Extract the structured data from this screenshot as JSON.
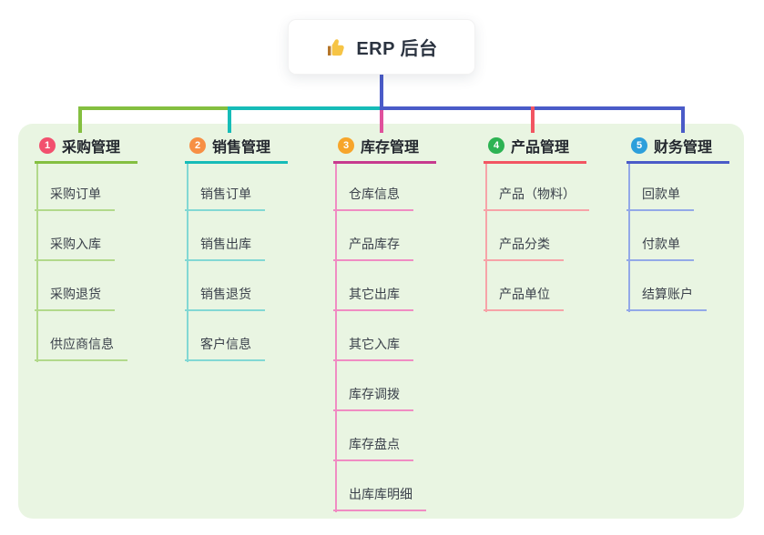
{
  "root": {
    "icon": "thumbs-up-icon",
    "label": "ERP 后台"
  },
  "colors": {
    "panel_bg": "#e9f5e2",
    "root_connector": "#4a5bc8",
    "icon_gold": "#f6c445",
    "icon_cuff": "#b5762a"
  },
  "branches": [
    {
      "number": "1",
      "label": "采购管理",
      "badge_color": "#f2506e",
      "line_color": "#84bf40",
      "lite_color": "#b2d98b",
      "drop_color": "#84bf40",
      "children": [
        "采购订单",
        "采购入库",
        "采购退货",
        "供应商信息"
      ]
    },
    {
      "number": "2",
      "label": "销售管理",
      "badge_color": "#f78f44",
      "line_color": "#16bcb8",
      "lite_color": "#82d8d4",
      "drop_color": "#16bcb8",
      "children": [
        "销售订单",
        "销售出库",
        "销售退货",
        "客户信息"
      ]
    },
    {
      "number": "3",
      "label": "库存管理",
      "badge_color": "#f7a52b",
      "line_color": "#c73a8e",
      "lite_color": "#f08cc3",
      "drop_color": "#e0519c",
      "children": [
        "仓库信息",
        "产品库存",
        "其它出库",
        "其它入库",
        "库存调拨",
        "库存盘点",
        "出库库明细"
      ]
    },
    {
      "number": "4",
      "label": "产品管理",
      "badge_color": "#2db353",
      "line_color": "#f25562",
      "lite_color": "#f7a3a8",
      "drop_color": "#f25562",
      "children": [
        "产品（物料）",
        "产品分类",
        "产品单位"
      ]
    },
    {
      "number": "5",
      "label": "财务管理",
      "badge_color": "#2d9fdb",
      "line_color": "#4a5bc8",
      "lite_color": "#93a9e8",
      "drop_color": "#4a5bc8",
      "children": [
        "回款单",
        "付款单",
        "结算账户"
      ]
    }
  ]
}
